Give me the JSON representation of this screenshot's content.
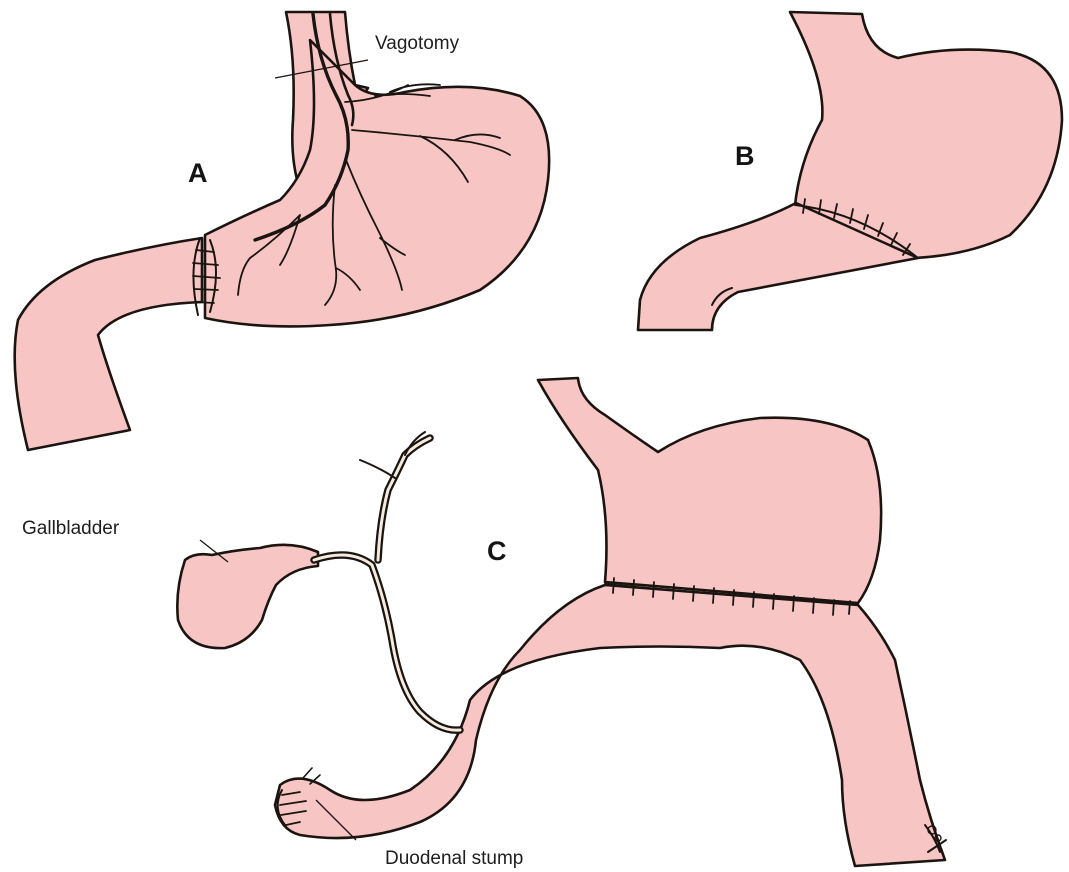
{
  "panels": {
    "a": {
      "letter": "A"
    },
    "b": {
      "letter": "B"
    },
    "c": {
      "letter": "C"
    }
  },
  "labels": {
    "vagotomy": "Vagotomy",
    "gallbladder": "Gallbladder",
    "duodenal_stump": "Duodenal stump"
  },
  "colors": {
    "tissue": "#f7c6c4",
    "outline": "#1b1410",
    "background": "#ffffff"
  }
}
